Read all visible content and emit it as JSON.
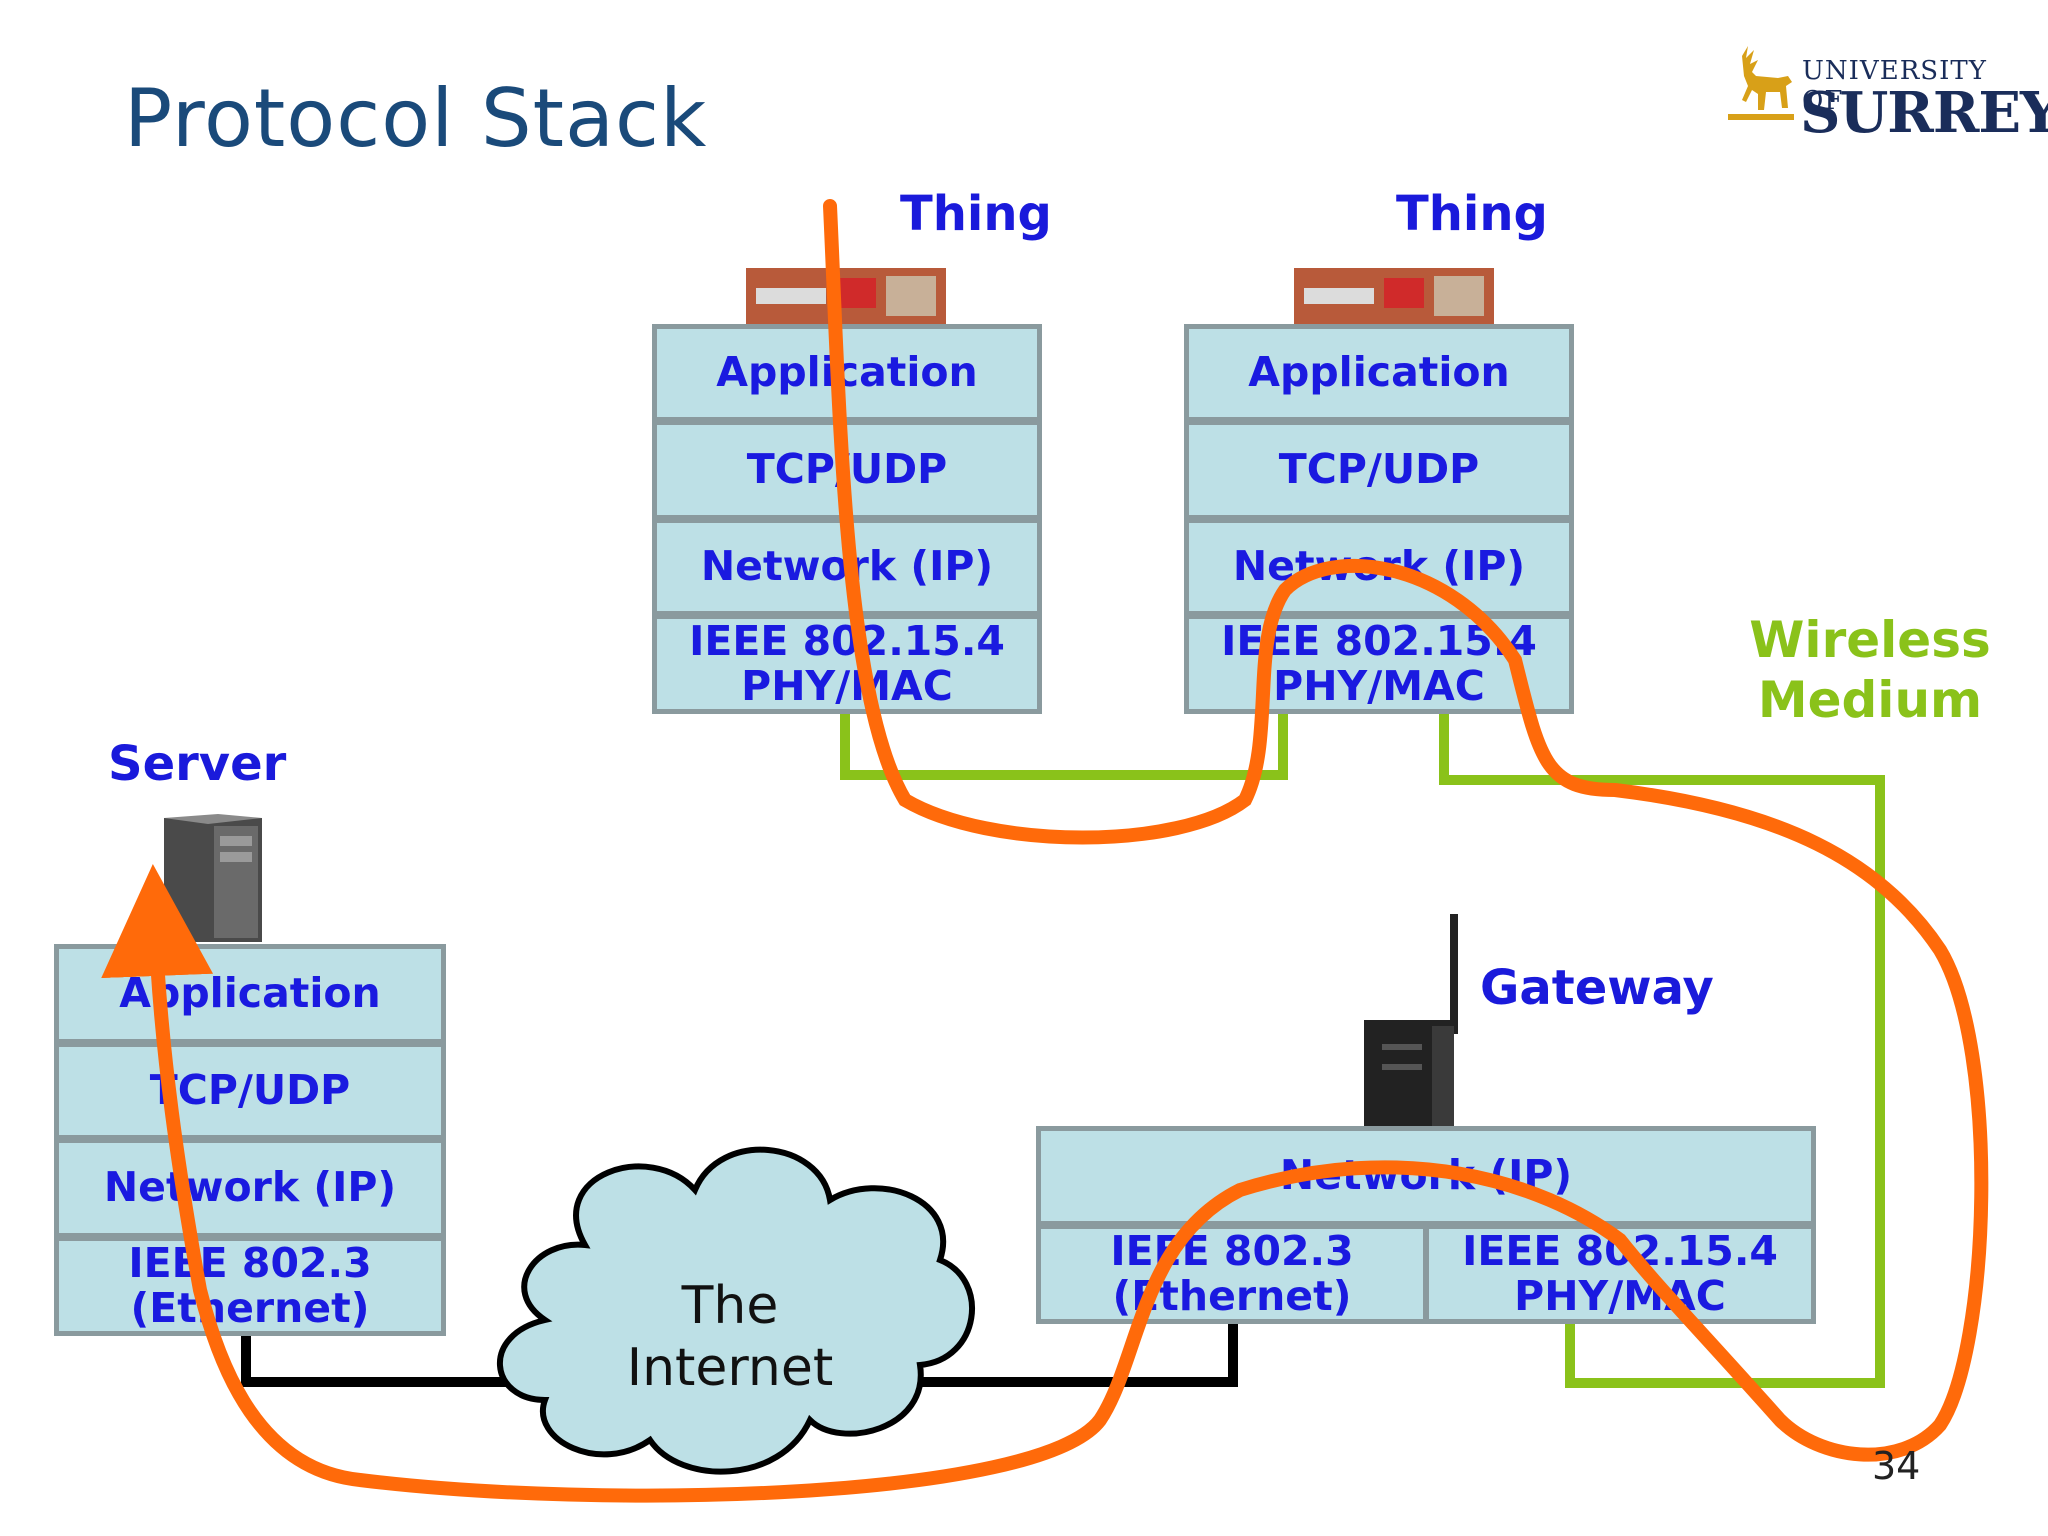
{
  "slide": {
    "title": "Protocol Stack",
    "page_number": "34"
  },
  "logo": {
    "line1": "UNIVERSITY OF",
    "line2": "SURREY",
    "icon": "stag-icon"
  },
  "labels": {
    "thing1": "Thing",
    "thing2": "Thing",
    "server": "Server",
    "gateway": "Gateway",
    "wireless": "Wireless Medium",
    "internet": "The Internet"
  },
  "stacks": {
    "thing1": [
      "Application",
      "TCP/UDP",
      "Network (IP)",
      "IEEE 802.15.4\nPHY/MAC"
    ],
    "thing2": [
      "Application",
      "TCP/UDP",
      "Network (IP)",
      "IEEE 802.15.4\nPHY/MAC"
    ],
    "server": [
      "Application",
      "TCP/UDP",
      "Network (IP)",
      "IEEE 802.3\n(Ethernet)"
    ],
    "gateway": {
      "network": "Network (IP)",
      "left": "IEEE 802.3\n(Ethernet)",
      "right": "IEEE 802.15.4\nPHY/MAC"
    }
  },
  "colors": {
    "layer_fill": "#bde0e6",
    "layer_border": "#8a9a9e",
    "layer_text": "#1a1ae0",
    "wireless_green": "#8ac21a",
    "path_orange": "#ff6a0a",
    "title_blue": "#1a4a7a"
  },
  "icons": {
    "thing_device": "sensor-board-icon",
    "server_device": "server-tower-icon",
    "gateway_device": "gateway-router-icon"
  }
}
